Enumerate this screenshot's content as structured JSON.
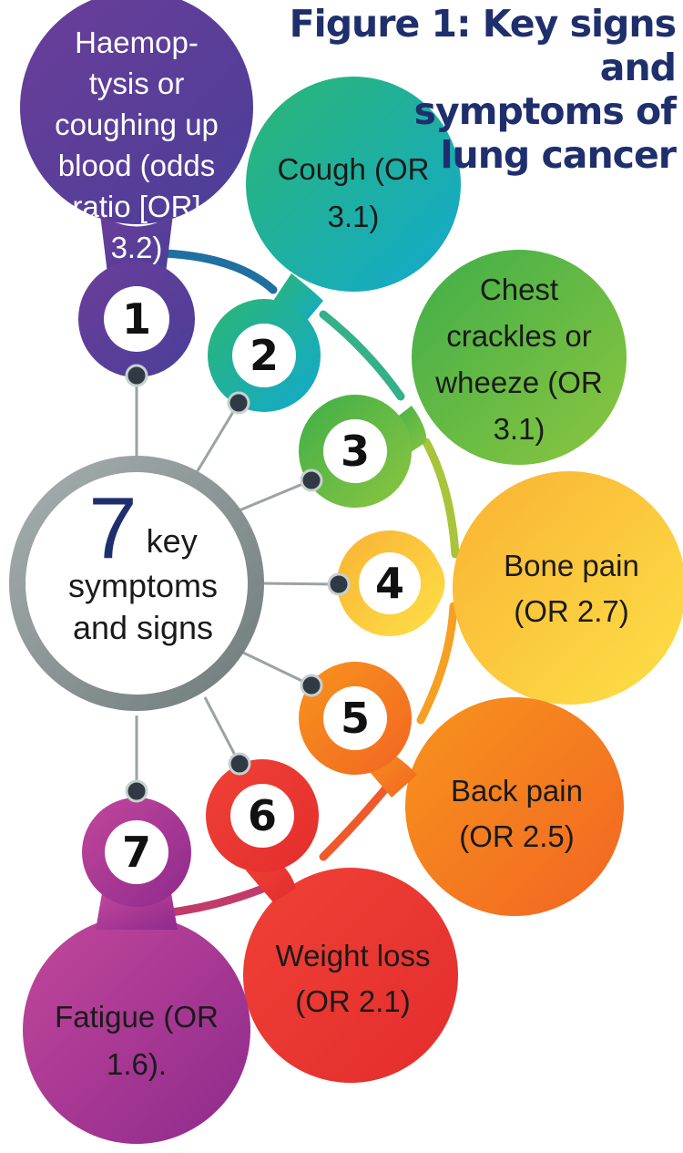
{
  "title": {
    "line1": "Figure 1: Key signs and",
    "line2": "symptoms of",
    "line3": "lung cancer"
  },
  "hub": {
    "number": "7",
    "word1": "key",
    "line2": "symptoms",
    "line3": "and signs"
  },
  "nodes": [
    {
      "number": "1",
      "lines": [
        "Haemop-",
        "tysis or",
        "coughing up",
        "blood (odds",
        "ratio [OR]",
        "3.2)"
      ],
      "color_from": "#6b3d9a",
      "color_to": "#4a3f97"
    },
    {
      "number": "2",
      "lines": [
        "Cough (OR",
        "3.1)"
      ],
      "color_from": "#2bb673",
      "color_to": "#12a9cf"
    },
    {
      "number": "3",
      "lines": [
        "Chest",
        "crackles or",
        "wheeze (OR",
        "3.1)"
      ],
      "color_from": "#3fae49",
      "color_to": "#8cc63f"
    },
    {
      "number": "4",
      "lines": [
        "Bone pain",
        "(OR 2.7)"
      ],
      "color_from": "#f9b233",
      "color_to": "#fde047"
    },
    {
      "number": "5",
      "lines": [
        "Back pain",
        "(OR 2.5)"
      ],
      "color_from": "#f7941d",
      "color_to": "#f26522"
    },
    {
      "number": "6",
      "lines": [
        "Weight loss",
        "(OR 2.1)"
      ],
      "color_from": "#ef4136",
      "color_to": "#e42d2d"
    },
    {
      "number": "7",
      "lines": [
        "Fatigue (OR",
        "1.6)."
      ],
      "color_from": "#c2479b",
      "color_to": "#8e2a8c"
    }
  ],
  "colors": {
    "title": "#1f2f6d",
    "hub_ring": "#8f9a9a",
    "connector": "#9aa3a3",
    "connector_dot": "#2f3a45"
  }
}
